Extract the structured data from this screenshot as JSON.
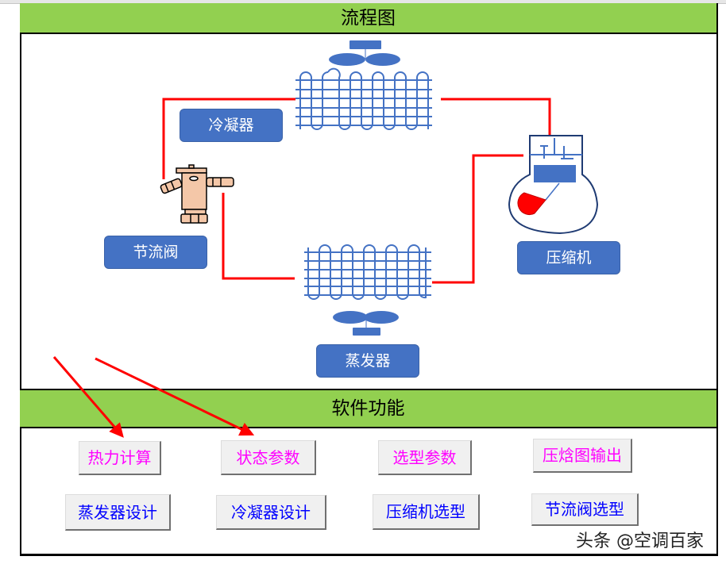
{
  "sheet": {
    "section_titles": {
      "flowchart": "流程图",
      "functions": "软件功能"
    }
  },
  "diagram": {
    "components": {
      "condenser": "冷凝器",
      "expansion_valve": "节流阀",
      "evaporator": "蒸发器",
      "compressor": "压缩机"
    },
    "colors": {
      "pipe": "#ff0000",
      "component": "#4472c4",
      "band": "#92d050"
    }
  },
  "functions": {
    "row1": [
      {
        "label": "热力计算"
      },
      {
        "label": "状态参数"
      },
      {
        "label": "选型参数"
      },
      {
        "label": "压焓图输出"
      }
    ],
    "row2": [
      {
        "label": "蒸发器设计"
      },
      {
        "label": "冷凝器设计"
      },
      {
        "label": "压缩机选型"
      },
      {
        "label": "节流阀选型"
      }
    ]
  },
  "watermark": "头条 @空调百家"
}
